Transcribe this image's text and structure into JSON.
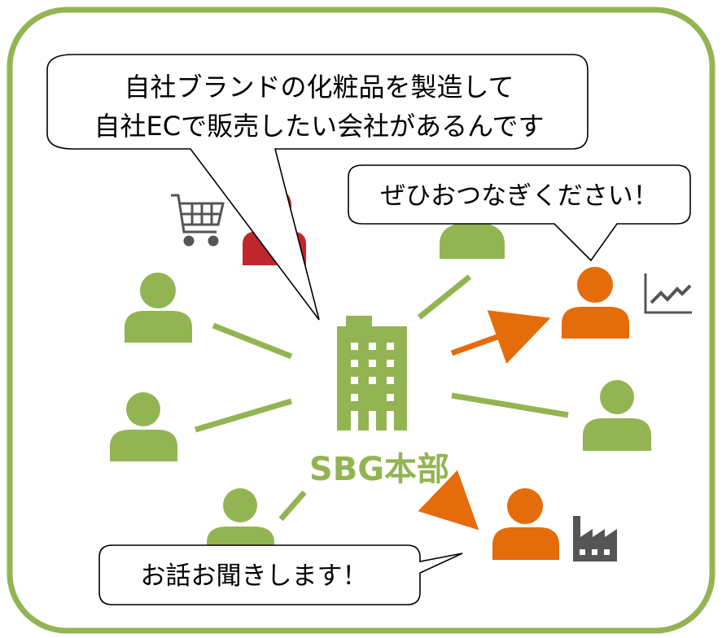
{
  "bubbles": {
    "top_line1": "自社ブランドの化粧品を製造して",
    "top_line2": "自社ECで販売したい会社があるんです",
    "right": "ぜひおつなぎください！",
    "bottom": "お話お聞きします！"
  },
  "hq_label": "SBG本部",
  "icons": {
    "cart": "shopping-cart-icon",
    "chart": "line-chart-icon",
    "factory": "factory-icon",
    "building": "office-building-icon",
    "person": "person-icon"
  },
  "colors": {
    "frame": "#93b452",
    "green": "#93b452",
    "orange": "#e46c0a",
    "red": "#c0272d",
    "gray": "#555555",
    "border": "#000000"
  }
}
